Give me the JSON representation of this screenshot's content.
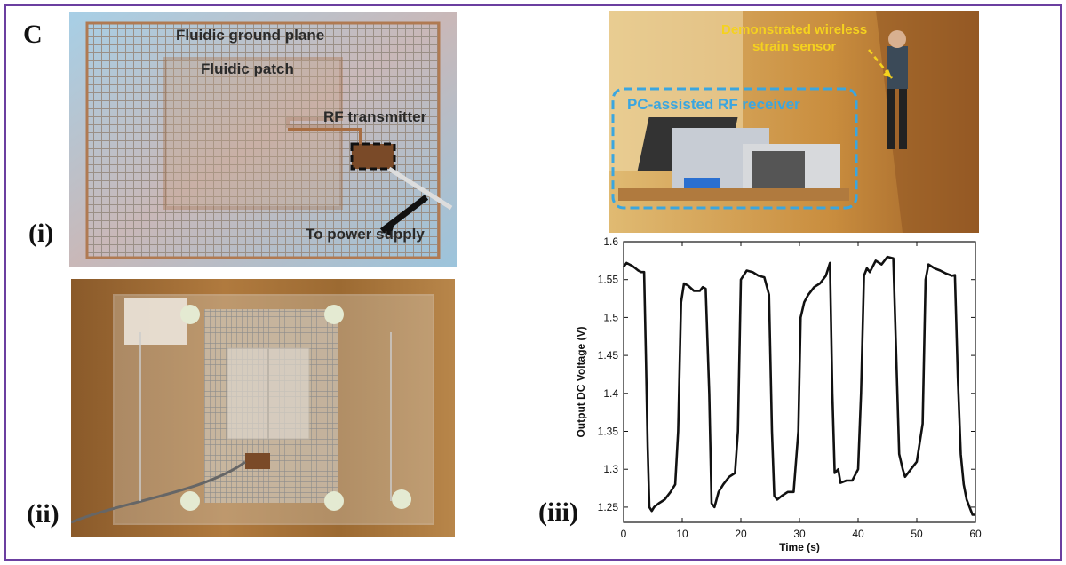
{
  "panel_letter": "C",
  "panels": {
    "i": {
      "label": "(i)",
      "annotations": {
        "ground_plane": "Fluidic ground plane",
        "patch": "Fluidic patch",
        "rf_transmitter": "RF transmitter",
        "power": "To power supply"
      }
    },
    "ii": {
      "label": "(ii)"
    },
    "iii": {
      "label": "(iii)"
    },
    "photo_receiver": {
      "wireless": "Demonstrated wireless strain sensor",
      "wireless_line1": "Demonstrated wireless",
      "wireless_line2": "strain sensor",
      "receiver": "PC-assisted RF receiver"
    }
  },
  "colors": {
    "frame": "#6b3fa0",
    "sensor_label": "#f5d21e",
    "receiver_label": "#3aa6e0",
    "line": "#111111"
  },
  "chart_data": {
    "type": "line",
    "xlabel": "Time (s)",
    "ylabel": "Output DC Voltage (V)",
    "xlim": [
      0,
      60
    ],
    "ylim": [
      1.23,
      1.6
    ],
    "xticks": [
      0,
      10,
      20,
      30,
      40,
      50,
      60
    ],
    "yticks": [
      1.25,
      1.3,
      1.35,
      1.4,
      1.45,
      1.5,
      1.55,
      1.6
    ],
    "series": [
      {
        "x": [
          0,
          0.5,
          1,
          1.5,
          2,
          2.5,
          3,
          3.5,
          3.8,
          4.1,
          4.4,
          4.8,
          5.2,
          6,
          7,
          8,
          8.8,
          9.3,
          9.8,
          10.3,
          11,
          12,
          13,
          13.5,
          14,
          14.6,
          15,
          15.5,
          16.2,
          17,
          18,
          19,
          19.5,
          20,
          21,
          22,
          23,
          24,
          24.8,
          25.3,
          25.7,
          26.2,
          27,
          28,
          29,
          29.8,
          30.2,
          30.8,
          31.5,
          32.5,
          33.5,
          34.5,
          35.2,
          35.6,
          36,
          36.6,
          37,
          38,
          39,
          40,
          40.5,
          41,
          41.5,
          42,
          43,
          44,
          45,
          46,
          46.5,
          47,
          47.6,
          48,
          49,
          50,
          51,
          51.5,
          52,
          53,
          54,
          55,
          56,
          56.5,
          57,
          57.5,
          58,
          58.5,
          59,
          59.5,
          60
        ],
        "y": [
          1.567,
          1.572,
          1.57,
          1.568,
          1.565,
          1.562,
          1.56,
          1.56,
          1.45,
          1.33,
          1.25,
          1.245,
          1.25,
          1.255,
          1.26,
          1.27,
          1.28,
          1.35,
          1.52,
          1.545,
          1.542,
          1.535,
          1.535,
          1.54,
          1.538,
          1.4,
          1.255,
          1.25,
          1.27,
          1.28,
          1.29,
          1.295,
          1.35,
          1.55,
          1.562,
          1.56,
          1.555,
          1.553,
          1.53,
          1.35,
          1.265,
          1.26,
          1.265,
          1.27,
          1.27,
          1.35,
          1.5,
          1.52,
          1.53,
          1.54,
          1.545,
          1.555,
          1.572,
          1.4,
          1.295,
          1.3,
          1.282,
          1.285,
          1.285,
          1.3,
          1.4,
          1.555,
          1.565,
          1.56,
          1.575,
          1.57,
          1.58,
          1.578,
          1.45,
          1.32,
          1.3,
          1.29,
          1.3,
          1.31,
          1.36,
          1.55,
          1.57,
          1.565,
          1.562,
          1.558,
          1.555,
          1.556,
          1.42,
          1.32,
          1.28,
          1.26,
          1.25,
          1.24,
          1.24
        ]
      }
    ]
  }
}
